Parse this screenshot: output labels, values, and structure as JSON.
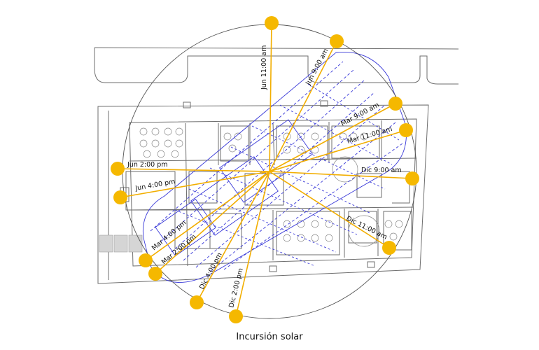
{
  "caption": "Incursión solar",
  "colors": {
    "sun": "#f5b800",
    "ray": "#f2ae00",
    "shadow": "#3a3ad8",
    "plan": "#6e6e6e",
    "circle": "#555555",
    "furniture": "#888888"
  },
  "sun_labels": [
    {
      "id": "jun-11am",
      "text": "Jun 11:00 am"
    },
    {
      "id": "jun-9am",
      "text": "Jun 9:00 am"
    },
    {
      "id": "mar-9am",
      "text": "Mar 9:00 am"
    },
    {
      "id": "mar-11am",
      "text": "Mar 11:00 am"
    },
    {
      "id": "dic-9am",
      "text": "Dic 9:00 am"
    },
    {
      "id": "dic-11am",
      "text": "Dic 11:00 am"
    },
    {
      "id": "jun-2pm",
      "text": "Jun 2:00 pm"
    },
    {
      "id": "jun-4pm",
      "text": "Jun 4:00 pm"
    },
    {
      "id": "mar-4pm",
      "text": "Mar 4:00 pm"
    },
    {
      "id": "mar-2pm",
      "text": "Mar 2:00 pm"
    },
    {
      "id": "dic-4pm",
      "text": "Dic 4:00 pm"
    },
    {
      "id": "dic-2pm",
      "text": "Dic 2:00 pm"
    }
  ]
}
